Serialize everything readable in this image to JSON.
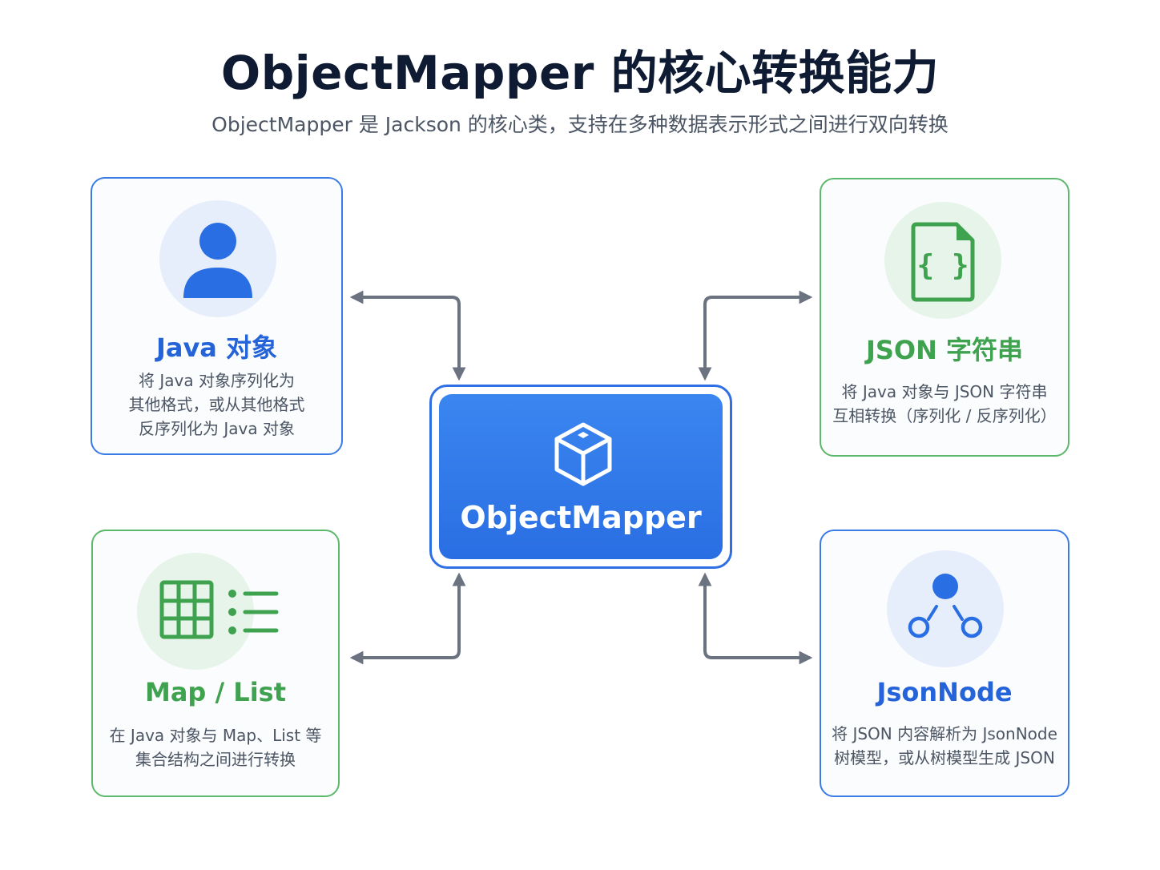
{
  "header": {
    "title": "ObjectMapper 的核心转换能力",
    "subtitle": "ObjectMapper 是 Jackson 的核心类，支持在多种数据表示形式之间进行双向转换"
  },
  "center": {
    "label": "ObjectMapper",
    "icon": "cube-icon"
  },
  "cards": {
    "java_object": {
      "title": "Java 对象",
      "icon": "user-icon",
      "lines": [
        "将 Java 对象序列化为",
        "其他格式，或从其他格式",
        "反序列化为 Java 对象"
      ]
    },
    "json_string": {
      "title": "JSON 字符串",
      "icon": "json-file-icon",
      "lines": [
        "将 Java 对象与 JSON 字符串",
        "互相转换（序列化 / 反序列化）"
      ]
    },
    "map_list": {
      "title": "Map / List",
      "icon": "table-list-icon",
      "lines": [
        "在 Java 对象与 Map、List 等",
        "集合结构之间进行转换"
      ]
    },
    "jsonnode": {
      "title": "JsonNode",
      "icon": "tree-node-icon",
      "lines": [
        "将 JSON 内容解析为 JsonNode",
        "树模型，或从树模型生成 JSON"
      ]
    }
  },
  "colors": {
    "blue": "#2563d9",
    "green": "#3ea24f",
    "arrow": "#6b7280",
    "title": "#0f1b33"
  }
}
